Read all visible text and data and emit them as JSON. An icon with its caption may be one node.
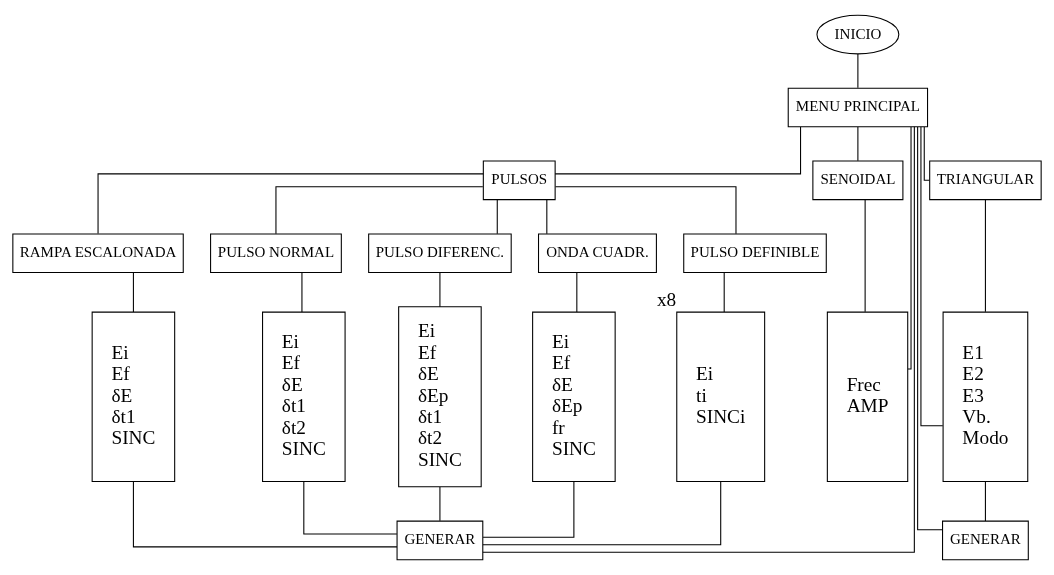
{
  "diagram": {
    "nodes": [
      {
        "text": [
          "INICIO"
        ]
      },
      {
        "text": [
          "MENU PRINCIPAL"
        ]
      },
      {
        "text": [
          "PULSOS"
        ]
      },
      {
        "text": [
          "SENOIDAL"
        ]
      },
      {
        "text": [
          "TRIANGULAR"
        ]
      },
      {
        "text": [
          "RAMPA ESCALONADA"
        ]
      },
      {
        "text": [
          "PULSO NORMAL"
        ]
      },
      {
        "text": [
          "PULSO DIFERENC."
        ]
      },
      {
        "text": [
          "ONDA CUADR."
        ]
      },
      {
        "text": [
          "PULSO DEFINIBLE"
        ]
      },
      {
        "text": [
          "Ei",
          "Ef",
          "δE",
          "δt1",
          "SINC"
        ]
      },
      {
        "text": [
          "Ei",
          "Ef",
          "δE",
          "δt1",
          "δt2",
          "SINC"
        ]
      },
      {
        "text": [
          "Ei",
          "Ef",
          "δE",
          "δEp",
          "δt1",
          "δt2",
          "SINC"
        ]
      },
      {
        "text": [
          "Ei",
          "Ef",
          "δE",
          "δEp",
          "fr",
          "SINC"
        ]
      },
      {
        "text": [
          "Ei",
          "ti",
          "SINCi"
        ],
        "beside": [
          "x8"
        ]
      },
      {
        "text": [
          "Frec",
          "AMP"
        ]
      },
      {
        "text": [
          "E1",
          "E2",
          "E3",
          "Vb.",
          "Modo"
        ]
      },
      {
        "text": [
          "GENERAR"
        ]
      },
      {
        "text": [
          "GENERAR"
        ]
      }
    ],
    "edges": [
      {
        "from": 0,
        "to": 1,
        "arrow": "none"
      },
      {
        "from": 1,
        "to": 2,
        "arrow": "none"
      },
      {
        "from": 1,
        "to": 3,
        "arrow": "none"
      },
      {
        "from": 1,
        "to": 4,
        "arrow": "none"
      },
      {
        "from": 2,
        "to": 5,
        "arrow": "none"
      },
      {
        "from": 2,
        "to": 6,
        "arrow": "none"
      },
      {
        "from": 2,
        "to": 7,
        "arrow": "none"
      },
      {
        "from": 2,
        "to": 8,
        "arrow": "none"
      },
      {
        "from": 2,
        "to": 9,
        "arrow": "none"
      },
      {
        "from": 5,
        "to": 10,
        "arrow": "none"
      },
      {
        "from": 6,
        "to": 11,
        "arrow": "none"
      },
      {
        "from": 7,
        "to": 12,
        "arrow": "none"
      },
      {
        "from": 8,
        "to": 13,
        "arrow": "none"
      },
      {
        "from": 9,
        "to": 14,
        "arrow": "none"
      },
      {
        "from": 3,
        "to": 15,
        "arrow": "none"
      },
      {
        "from": 4,
        "to": 16,
        "arrow": "none"
      },
      {
        "from": 10,
        "to": 17,
        "arrow": "none"
      },
      {
        "from": 11,
        "to": 17,
        "arrow": "none"
      },
      {
        "from": 12,
        "to": 17,
        "arrow": "none"
      },
      {
        "from": 13,
        "to": 17,
        "arrow": "none"
      },
      {
        "from": 14,
        "to": 17,
        "arrow": "none"
      },
      {
        "from": 16,
        "to": 18,
        "arrow": "none"
      },
      {
        "from": 17,
        "to": 1,
        "arrow": "none"
      },
      {
        "from": 15,
        "to": 1,
        "arrow": "none"
      },
      {
        "from": 18,
        "to": 1,
        "arrow": "none"
      },
      {
        "from": 16,
        "to": 1,
        "arrow": "none"
      }
    ]
  }
}
